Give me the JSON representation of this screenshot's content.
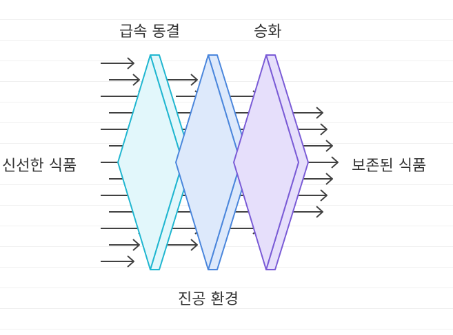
{
  "labels": {
    "freeze": "급속 동결",
    "sublimation": "승화",
    "input": "신선한 식품",
    "output": "보존된 식품",
    "vacuum": "진공 환경"
  },
  "colors": {
    "background": "#ffffff",
    "arrow": "#404040",
    "panel1_stroke": "#1fb6d0",
    "panel1_fill": "#e2f7fb",
    "panel2_stroke": "#4a86dc",
    "panel2_fill": "#dde9fb",
    "panel3_stroke": "#7a5bd6",
    "panel3_fill": "#e6dffb"
  }
}
